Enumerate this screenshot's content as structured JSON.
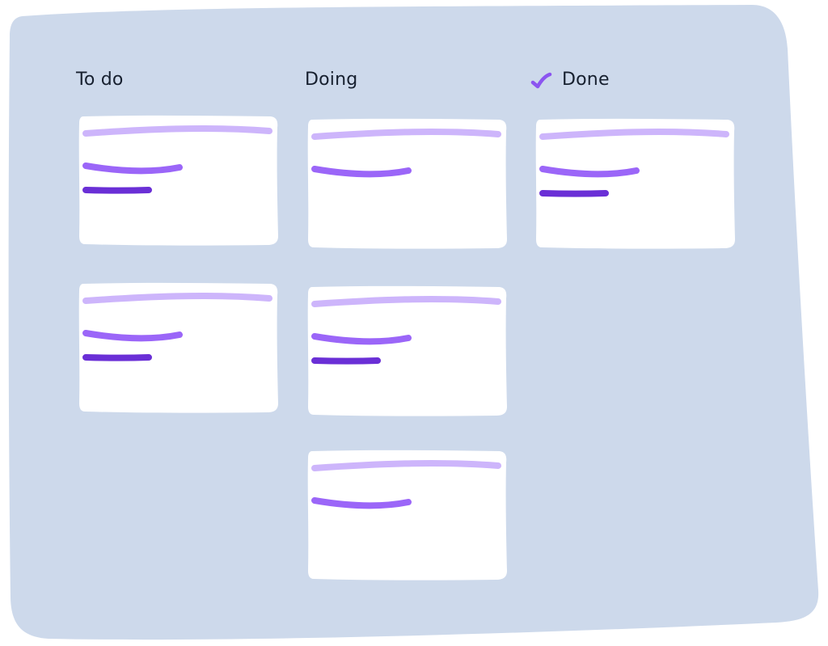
{
  "board": {
    "colors": {
      "background": "#CDD9EB",
      "card": "#FFFFFF",
      "title_line": "#CDB5FB",
      "line_mid": "#9B66F8",
      "line_dark": "#6A2FD6",
      "text": "#17202F",
      "check": "#8B55F0"
    },
    "columns": [
      {
        "title": "To do",
        "icon": null,
        "cards": [
          {
            "lines": 3
          },
          {
            "lines": 3
          }
        ]
      },
      {
        "title": "Doing",
        "icon": null,
        "cards": [
          {
            "lines": 2
          },
          {
            "lines": 3
          },
          {
            "lines": 2
          }
        ]
      },
      {
        "title": "Done",
        "icon": "checkmark-icon",
        "cards": [
          {
            "lines": 3
          }
        ]
      }
    ]
  }
}
